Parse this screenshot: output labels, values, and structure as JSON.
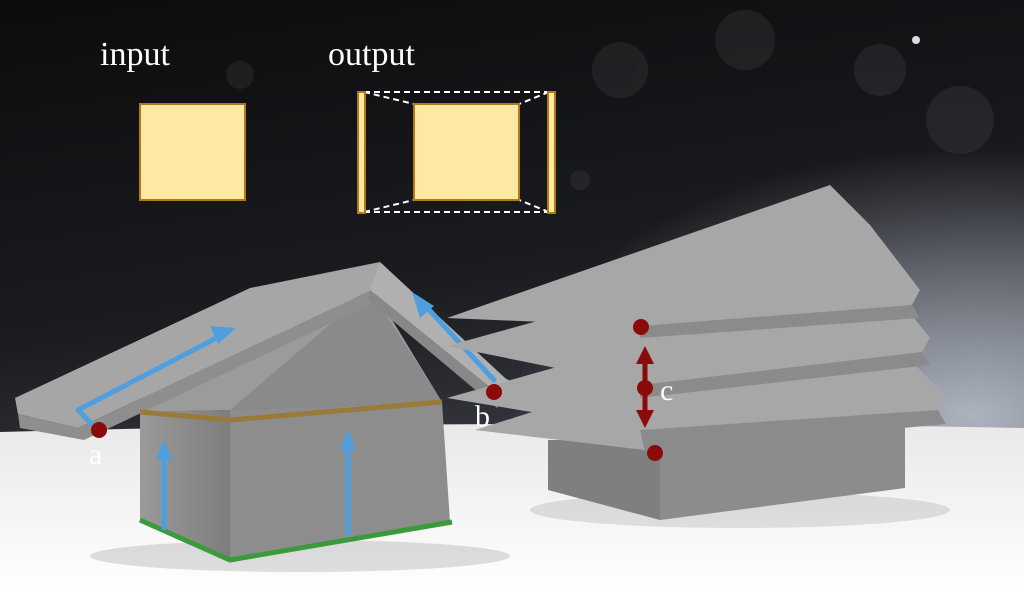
{
  "labels": {
    "input": "input",
    "output": "output",
    "a": "a",
    "b": "b",
    "c": "c"
  },
  "colors": {
    "background_top": "#0d0d0f",
    "background_bottom": "#8f959e",
    "ground": "#f3f3f3",
    "box_fill": "#fde9a3",
    "box_stroke": "#b07a19",
    "house_gray": "#8f8f8f",
    "roof_gray": "#a4a4a4",
    "arrow_blue": "#4f9fe0",
    "line_brown": "#9a7a38",
    "line_green": "#3b9a3b",
    "dot_red": "#8b0a0a"
  }
}
